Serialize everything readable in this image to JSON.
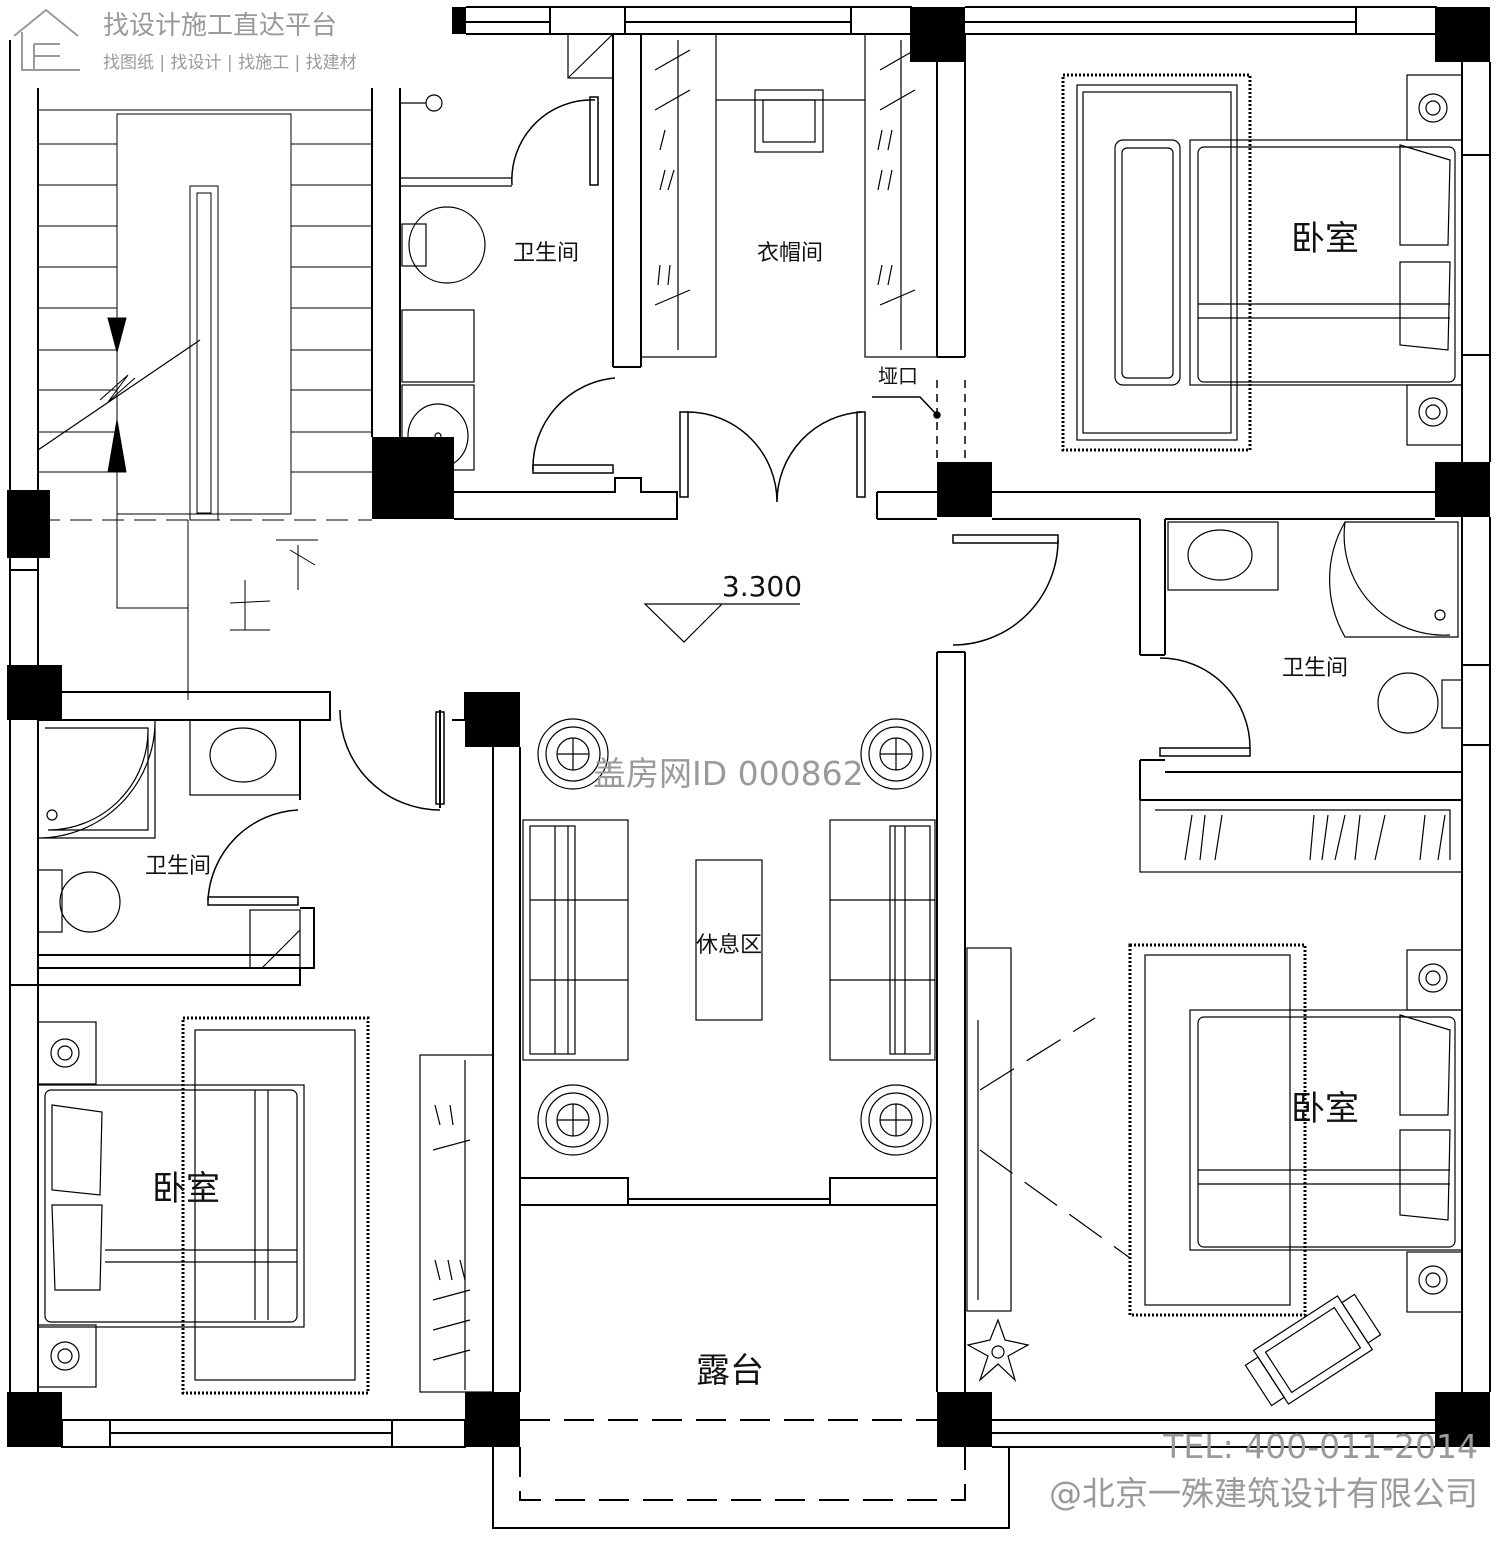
{
  "watermark": {
    "platform_title": "找设计施工直达平台",
    "platform_sub": "找图纸 | 找设计 | 找施工 | 找建材",
    "site_id": "盖房网ID 000862",
    "tel": "TEL: 400-011-2014",
    "company": "@北京一殊建筑设计有限公司"
  },
  "rooms": {
    "bath_top": "卫生间",
    "closet": "衣帽间",
    "bedroom_ne": "卧室",
    "bath_east": "卫生间",
    "bath_west": "卫生间",
    "lounge": "休息区",
    "bedroom_sw": "卧室",
    "bedroom_se": "卧室",
    "terrace": "露台"
  },
  "annotations": {
    "elevation": "3.300",
    "opening": "垭口",
    "stair_up": "上",
    "stair_down": "下"
  },
  "colors": {
    "line": "#000000",
    "background": "#ffffff",
    "watermark": "#9a9a9a"
  }
}
